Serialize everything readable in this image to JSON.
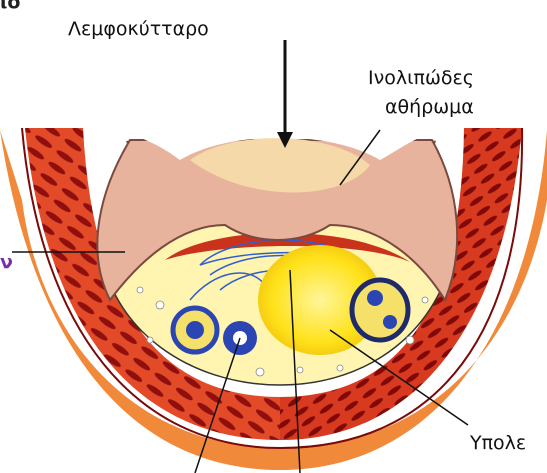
{
  "labels": {
    "lymphocyte": "Λεμφοκύτταρο",
    "fibrous_atheroma_line1": "Ινολιπώδες",
    "fibrous_atheroma_line2": "αθήρωμα",
    "sub_cut": "Υπολε",
    "top_left_fragment": "ιο",
    "left_fragment": "ν"
  },
  "colors": {
    "outer_wall": "#e0401f",
    "muscle_fiber": "#8a0c0c",
    "lumen_pink": "#e7b39a",
    "plaque_core": "#ffe21a",
    "lipid_blue": "#2b45b3",
    "label_violet": "#7a2fa8"
  }
}
